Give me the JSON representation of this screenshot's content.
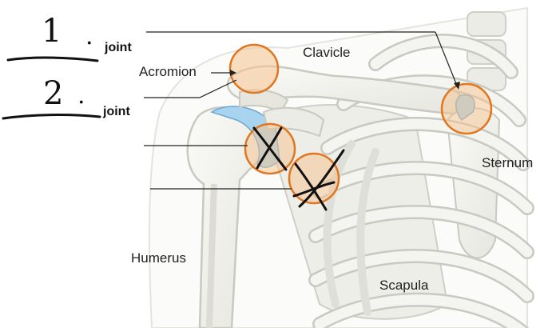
{
  "handwriting": {
    "numeral_1": "1",
    "dot_1": ".",
    "numeral_2": "2",
    "dot_2": "."
  },
  "labels": {
    "joint_1": "joint",
    "joint_2": "joint",
    "acromion": "Acromion",
    "clavicle": "Clavicle",
    "sternum": "Sternum",
    "humerus": "Humerus",
    "scapula": "Scapula"
  },
  "colors": {
    "bone": "#f2f2ee",
    "bone_outline": "#c9c9c2",
    "bone_shadow": "#dcdcd4",
    "cartilage": "#a9d4ef",
    "cartilage_outline": "#6fa8cf",
    "joint_fill": "#f6c28e",
    "joint_ring": "#e0761f",
    "leader": "#222222",
    "ink": "#111111"
  }
}
